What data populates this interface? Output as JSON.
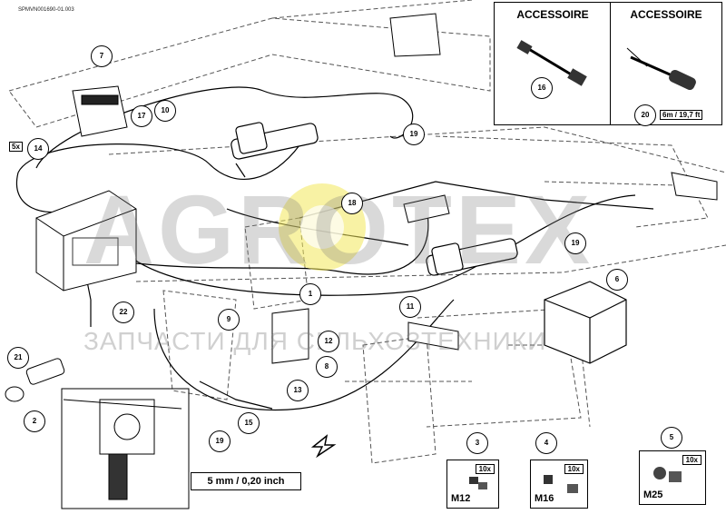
{
  "document_code": "SPMVN001690-01.003",
  "watermark": {
    "brand": "AGROTEX",
    "tagline": "ЗАПЧАСТИ ДЛЯ СЕЛЬХОЗТЕХНИКИ"
  },
  "accessories": [
    {
      "title": "ACCESSOIRE",
      "item": "16",
      "note": ""
    },
    {
      "title": "ACCESSOIRE",
      "item": "20",
      "note": "6m / 19,7 ft"
    }
  ],
  "kits": [
    {
      "item": "3",
      "qty": "10x",
      "size": "M12"
    },
    {
      "item": "4",
      "qty": "10x",
      "size": "M16"
    },
    {
      "item": "5",
      "qty": "10x",
      "size": "M25"
    }
  ],
  "scale_label": "5 mm / 0,20 inch",
  "callouts": {
    "c1": "1",
    "c2": "2",
    "c6": "6",
    "c7": "7",
    "c8": "8",
    "c9": "9",
    "c10": "10",
    "c11": "11",
    "c12": "12",
    "c13": "13",
    "c14": "14",
    "c15": "15",
    "c17": "17",
    "c18": "18",
    "c19a": "19",
    "c19b": "19",
    "c19c": "19",
    "c21": "21",
    "c22": "22"
  },
  "qty_label": "5x",
  "colors": {
    "line": "#000000",
    "ghost": "#777777",
    "watermark_gear": "#f2e85a"
  }
}
